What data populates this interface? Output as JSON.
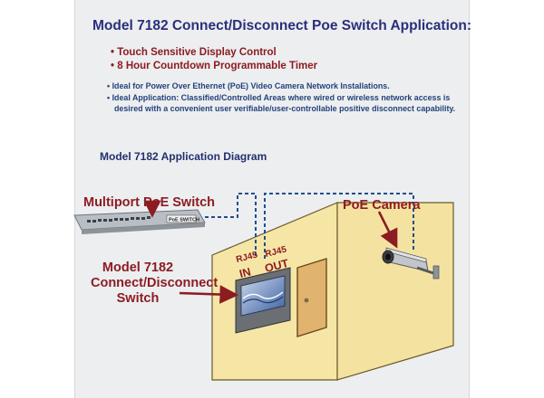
{
  "title": "Model 7182 Connect/Disconnect Poe Switch Application:",
  "features": [
    "Touch Sensitive Display Control",
    "8 Hour Countdown Programmable Timer"
  ],
  "notes": [
    "Ideal for Power Over Ethernet (PoE) Video Camera Network Installations.",
    "Ideal Application: Classified/Controlled Areas where wired or wireless network access is",
    "desired with a convenient user verifiable/user-controllable positive disconnect capability."
  ],
  "diagram": {
    "title": "Model 7182 Application Diagram",
    "switch_label": "Multiport PoE Switch",
    "switch_badge": "PoE SWITCH",
    "camera_label": "PoE Camera",
    "device_label": [
      "Model 7182",
      "Connect/Disconnect",
      "Switch"
    ],
    "rj45_in": "RJ45",
    "in_label": "IN",
    "rj45_out": "RJ45",
    "out_label": "OUT"
  },
  "colors": {
    "title": "#2b2f7a",
    "accent_red": "#8c1c22",
    "note_blue": "#24427a",
    "wall": "#f6e6a6",
    "panel": "#eceef0"
  }
}
